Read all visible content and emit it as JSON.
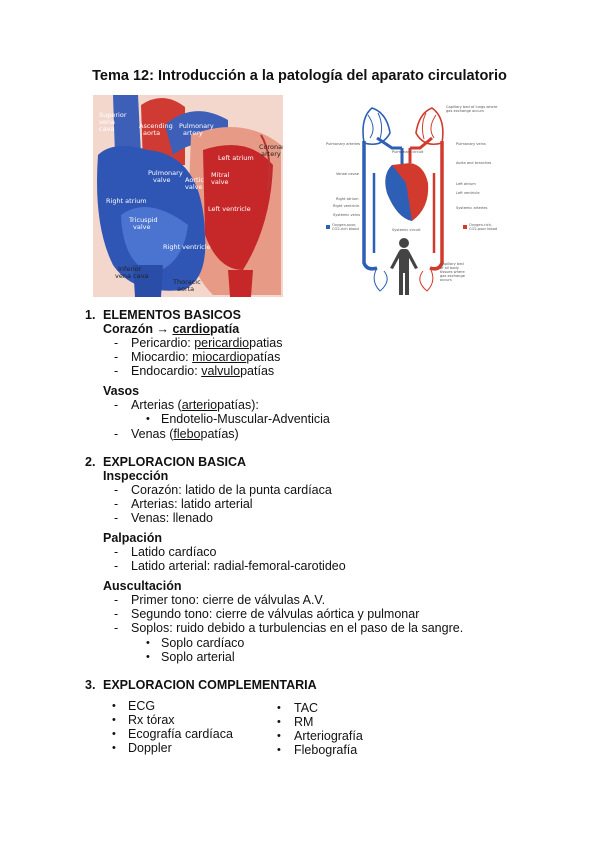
{
  "title": "Tema 12: Introducción a la patología del aparato circulatorio",
  "heart_labels": {
    "superior_vena_cava": [
      "Superior",
      "vena",
      "cava"
    ],
    "ascending_aorta": [
      "Ascending",
      "aorta"
    ],
    "pulmonary_artery": [
      "Pulmonary",
      "artery"
    ],
    "coronary_artery": [
      "Coronary",
      "artery"
    ],
    "left_atrium": "Left atrium",
    "pulmonary_valve": [
      "Pulmonary",
      "valve"
    ],
    "aortic_valve": [
      "Aortic",
      "valve"
    ],
    "mitral_valve": [
      "Mitral",
      "valve"
    ],
    "right_atrium": "Right atrium",
    "left_ventricle": "Left ventricle",
    "tricuspid_valve": [
      "Tricuspid",
      "valve"
    ],
    "right_ventricle": "Right ventricle",
    "inferior_vena_cava": [
      "Inferior",
      "vena cava"
    ],
    "thoracic_aorta": [
      "Thoracic",
      "aorta"
    ]
  },
  "circ_labels": {
    "capillary_lungs": [
      "Capillary bed of lungs where",
      "gas exchange occurs"
    ],
    "pulmonary_arteries": "Pulmonary arteries",
    "pulmonary_veins": "Pulmonary veins",
    "pulmonary_circuit": "Pulmonary circuit",
    "aorta_branches": "Aorta and branches",
    "venae_cavae": "Venae cavae",
    "left_atrium": "Left atrium",
    "left_ventricle": "Left ventricle",
    "right_atrium": "Right atrium",
    "right_ventricle": "Right ventricle",
    "systemic_arteries": "Systemic arteries",
    "systemic_veins": "Systemic veins",
    "oxygen_poor": [
      "Oxygen-poor,",
      "CO2-rich blood"
    ],
    "oxygen_rich": [
      "Oxygen-rich,",
      "CO2-poor blood"
    ],
    "systemic_circuit": "Systemic circuit",
    "capillary_body": [
      "Capillary bed",
      "of all body",
      "tissues where",
      "gas exchange",
      "occurs"
    ]
  },
  "s1": {
    "num": "1.",
    "title": "ELEMENTOS BASICOS",
    "corazon_label": "Corazón → ",
    "corazon_u": "cardio",
    "corazon_rest": "patía",
    "items": [
      {
        "dash": "-",
        "pre": "Pericardio: ",
        "u": "pericardio",
        "post": "patias"
      },
      {
        "dash": "-",
        "pre": "Miocardio: ",
        "u": "miocardio",
        "post": "patías"
      },
      {
        "dash": "-",
        "pre": "Endocardio: ",
        "u": "valvulo",
        "post": "patías"
      }
    ],
    "vasos": "Vasos",
    "arterias": {
      "dash": "-",
      "pre": "Arterias (",
      "u": "arterio",
      "post": "patías):"
    },
    "arterias_sub": "Endotelio-Muscular-Adventicia",
    "venas": {
      "dash": "-",
      "pre": "Venas (",
      "u": "flebo",
      "post": "patías)"
    }
  },
  "s2": {
    "num": "2.",
    "title": "EXPLORACION BASICA",
    "inspeccion": "Inspección",
    "inspeccion_items": [
      "Corazón: latido de la punta cardíaca",
      "Arterias: latido arterial",
      "Venas: llenado"
    ],
    "palpacion": "Palpación",
    "palpacion_items": [
      "Latido cardíaco",
      "Latido arterial: radial-femoral-carotideo"
    ],
    "auscultacion": "Auscultación",
    "auscultacion_items": [
      "Primer tono: cierre de válvulas A.V.",
      "Segundo tono: cierre de válvulas aórtica y pulmonar",
      "Soplos: ruido debido a turbulencias en el paso de la sangre."
    ],
    "soplos_sub": [
      "Soplo cardíaco",
      "Soplo arterial"
    ],
    "dash": "-"
  },
  "s3": {
    "num": "3.",
    "title": "EXPLORACION COMPLEMENTARIA",
    "col1": [
      "ECG",
      "Rx tórax",
      "Ecografía cardíaca",
      "Doppler"
    ],
    "col2": [
      "TAC",
      "RM",
      "Arteriografía",
      "Flebografía"
    ],
    "bullet": "•"
  },
  "colors": {
    "oxygen_poor": "#2c5fb5",
    "oxygen_rich": "#d23a2e"
  }
}
